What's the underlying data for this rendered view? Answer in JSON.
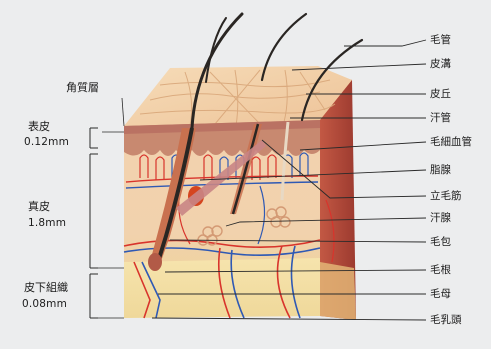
{
  "layers": {
    "epidermis": {
      "name": "表皮",
      "thickness": "0.12mm"
    },
    "dermis": {
      "name": "真皮",
      "thickness": "1.8mm"
    },
    "subcutis": {
      "name": "皮下組織",
      "thickness": "0.08mm"
    },
    "stratum_corneum": "角質層"
  },
  "callouts": [
    "毛管",
    "皮溝",
    "皮丘",
    "汗管",
    "毛細血管",
    "脂腺",
    "立毛筋",
    "汗腺",
    "毛包",
    "毛根",
    "毛母",
    "毛乳頭"
  ],
  "colors": {
    "background": "#ecedee",
    "epidermis_top": "#f1cda3",
    "dermis": "#f3d3b0",
    "subcutis": "#f4e2a8",
    "side_face": "#b9473a",
    "artery": "#d8342c",
    "vein": "#2f59b4",
    "hair": "#2a2623",
    "follicle": "#c9714f",
    "leader_line": "#2a2a2a"
  }
}
